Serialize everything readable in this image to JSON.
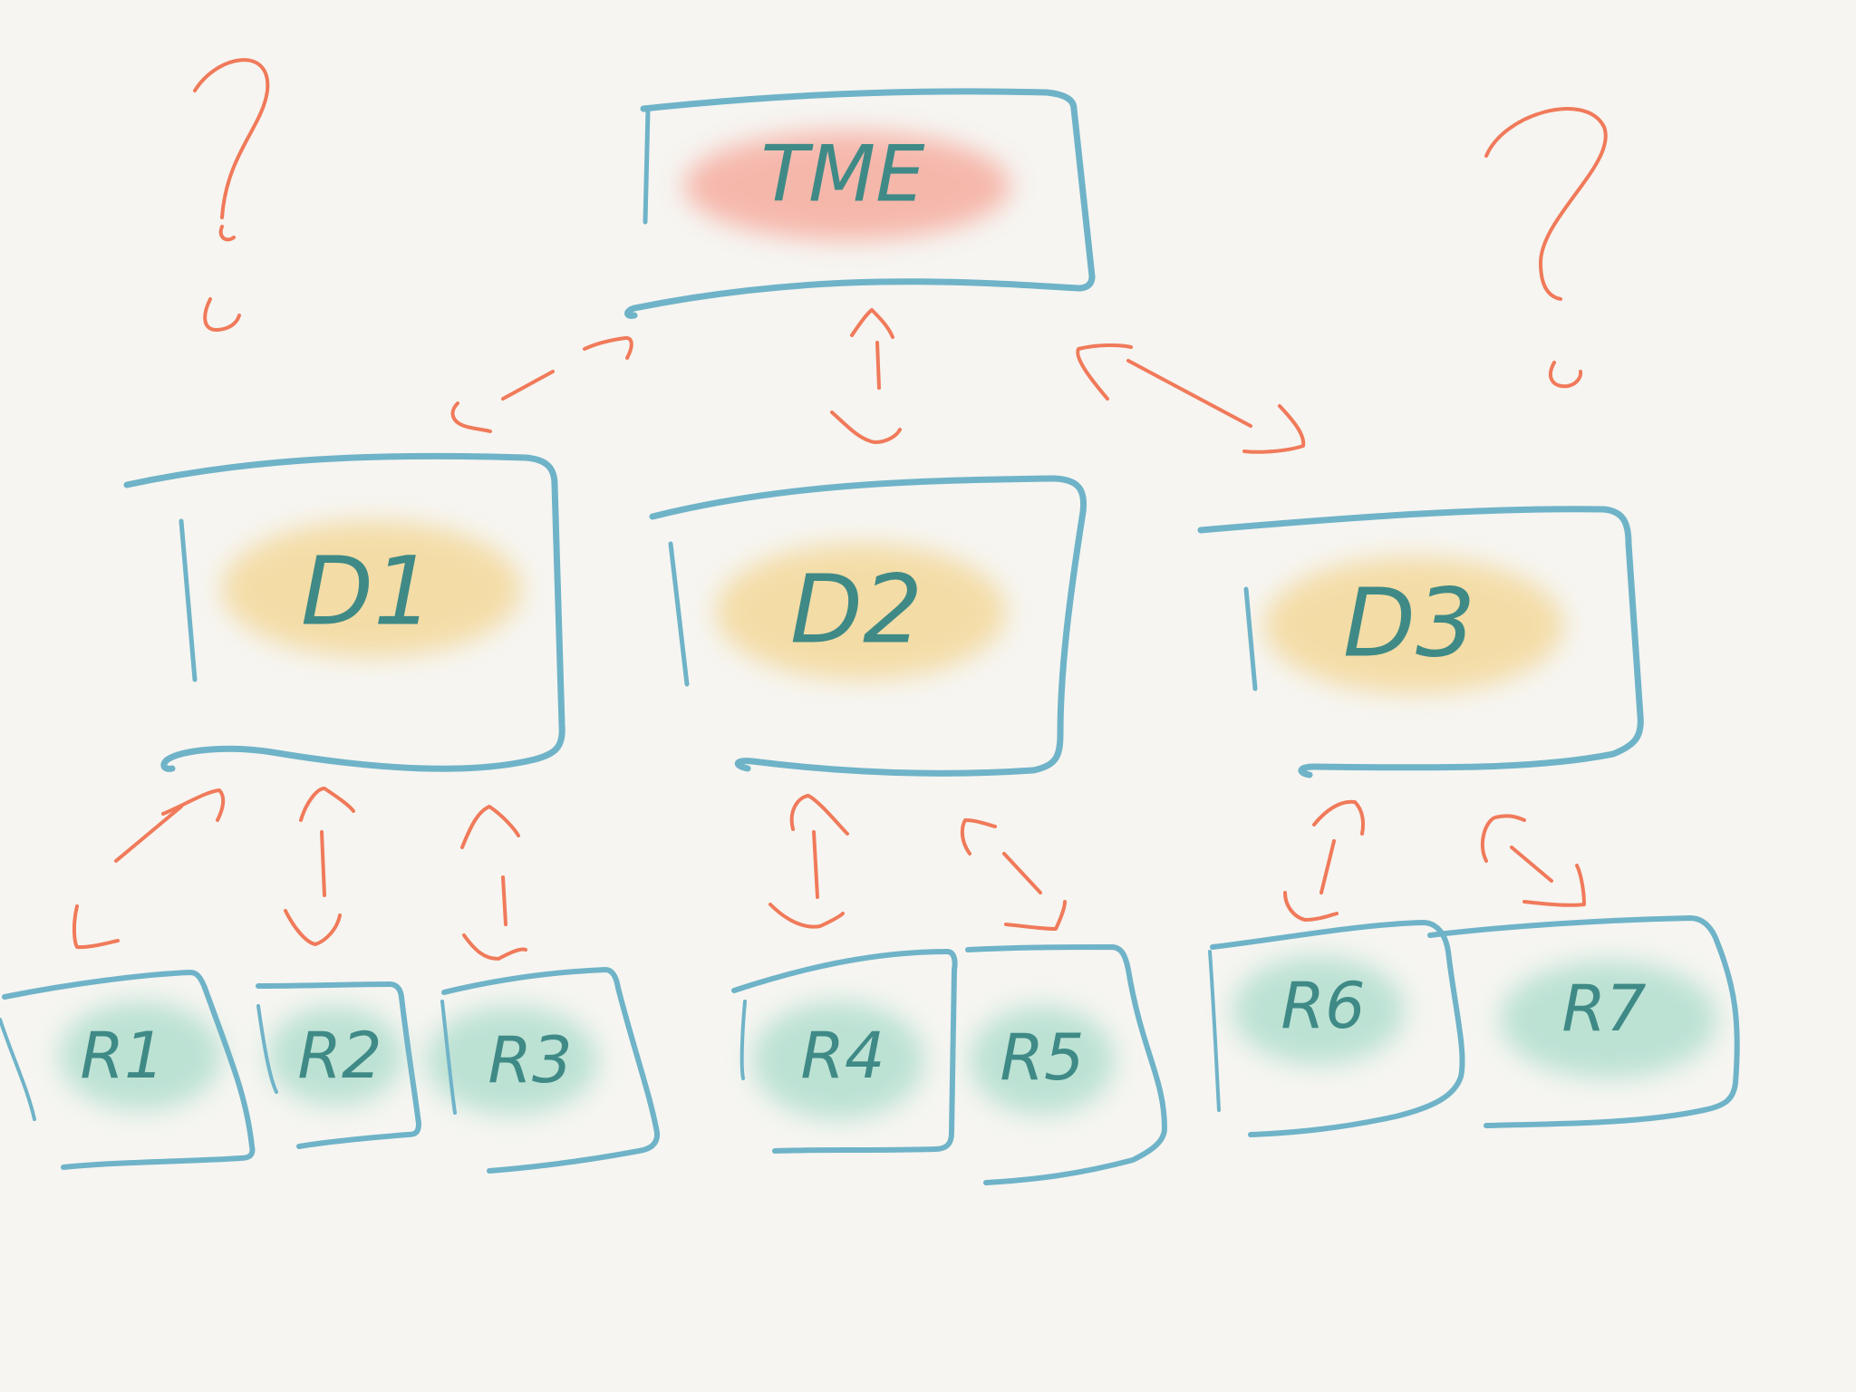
{
  "title": "",
  "colors": {
    "background": "#f6f5f1",
    "box_stroke": "#6fb3c8",
    "arrow": "#f07a5a",
    "top_highlight": "#f6a394",
    "mid_highlight": "#f3d48e",
    "leaf_highlight": "#a9dccb",
    "label_ink": "#3f8a86"
  },
  "top_node": {
    "label": "TME"
  },
  "middle_nodes": [
    {
      "label": "D1"
    },
    {
      "label": "D2"
    },
    {
      "label": "D3"
    }
  ],
  "leaf_nodes": [
    {
      "label": "R1",
      "parent": "D1"
    },
    {
      "label": "R2",
      "parent": "D1"
    },
    {
      "label": "R3",
      "parent": "D1"
    },
    {
      "label": "R4",
      "parent": "D2"
    },
    {
      "label": "R5",
      "parent": "D2"
    },
    {
      "label": "R6",
      "parent": "D3"
    },
    {
      "label": "R7",
      "parent": "D3"
    }
  ],
  "question_marks": [
    "?",
    "?"
  ],
  "connections": [
    {
      "from": "TME",
      "to": "D1",
      "style": "dashed-double-arrow"
    },
    {
      "from": "TME",
      "to": "D2",
      "style": "dashed-double-arrow"
    },
    {
      "from": "TME",
      "to": "D3",
      "style": "dashed-double-arrow"
    },
    {
      "from": "D1",
      "to": "R1",
      "style": "dashed-double-arrow"
    },
    {
      "from": "D1",
      "to": "R2",
      "style": "dashed-double-arrow"
    },
    {
      "from": "D1",
      "to": "R3",
      "style": "dashed-double-arrow"
    },
    {
      "from": "D2",
      "to": "R4",
      "style": "dashed-double-arrow"
    },
    {
      "from": "D2",
      "to": "R5",
      "style": "dashed-double-arrow"
    },
    {
      "from": "D3",
      "to": "R6",
      "style": "dashed-double-arrow"
    },
    {
      "from": "D3",
      "to": "R7",
      "style": "dashed-double-arrow"
    }
  ]
}
